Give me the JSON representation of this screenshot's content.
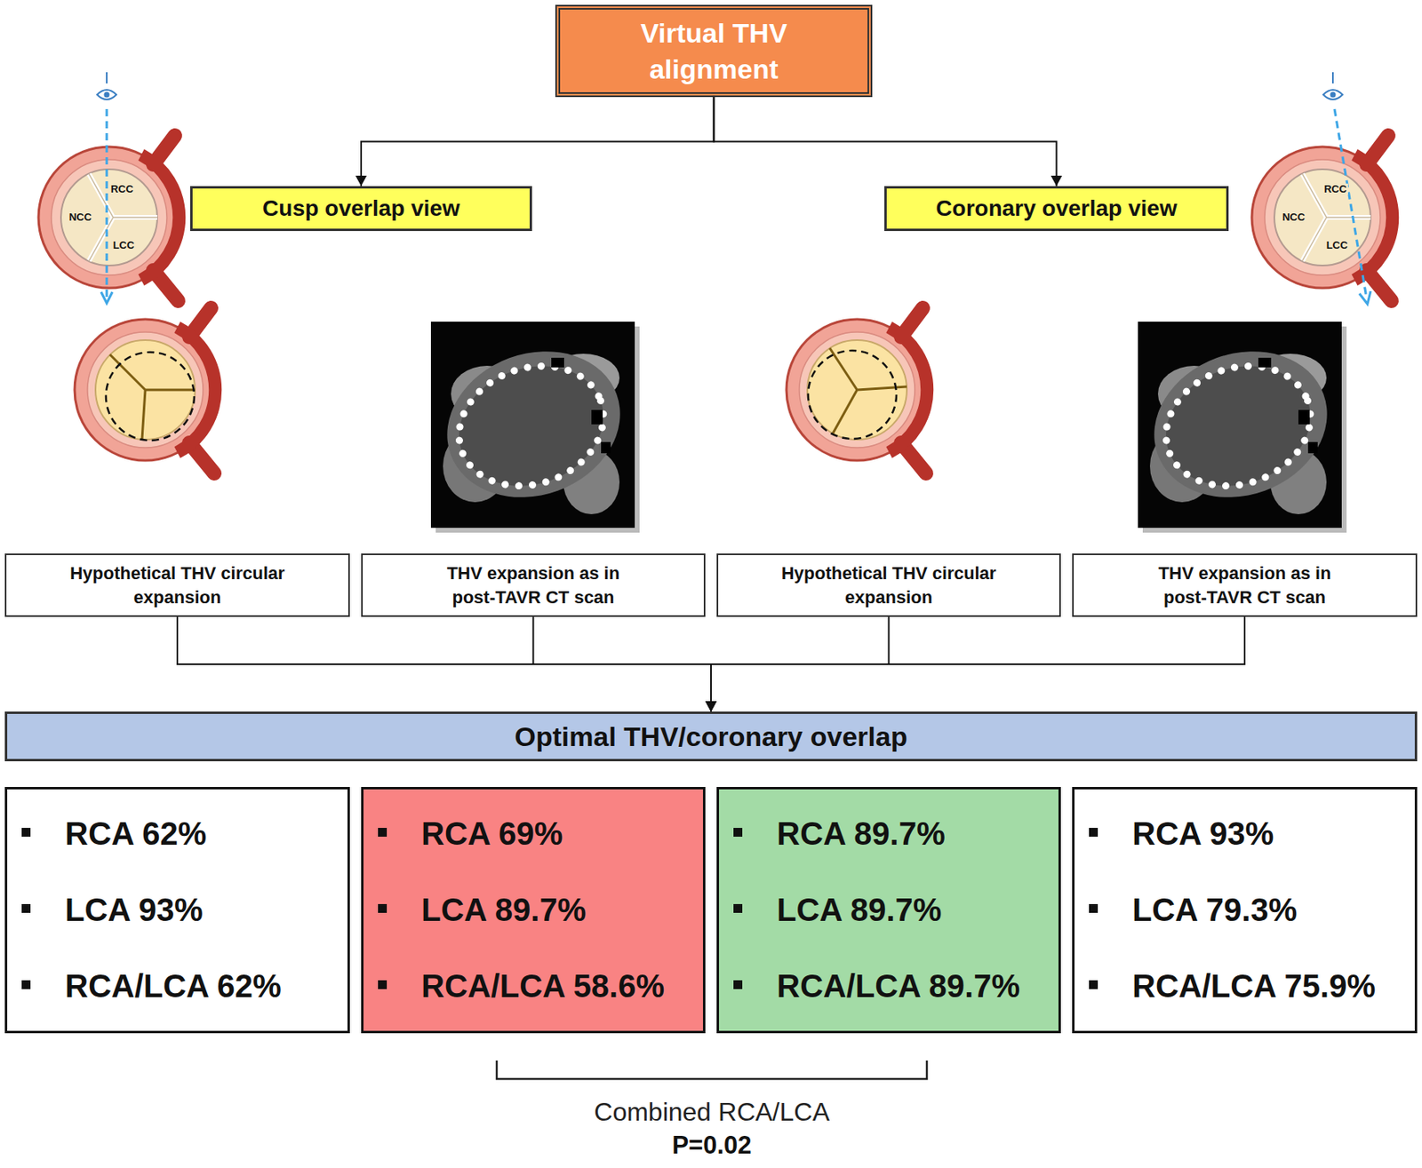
{
  "diagram": {
    "nodes": [
      {
        "text": [
          "Virtual THV alignment"
        ]
      },
      {
        "text": [
          "Cusp overlap view"
        ]
      },
      {
        "text": [
          "Coronary overlap view"
        ]
      },
      {
        "text": [
          "Hypothetical THV circular expansion"
        ]
      },
      {
        "text": [
          "THV expansion as in post-TAVR CT scan"
        ]
      },
      {
        "text": [
          "Hypothetical THV circular expansion"
        ]
      },
      {
        "text": [
          "THV expansion as in post-TAVR CT scan"
        ]
      },
      {
        "text": [
          "Optimal THV/coronary overlap"
        ]
      },
      {
        "text": [
          "RCA 62%",
          "LCA 93%",
          "RCA/LCA 62%"
        ]
      },
      {
        "text": [
          "RCA 69%",
          "LCA 89.7%",
          "RCA/LCA 58.6%"
        ]
      },
      {
        "text": [
          "RCA 89.7%",
          "LCA 89.7%",
          "RCA/LCA 89.7%"
        ]
      },
      {
        "text": [
          "RCA 93%",
          "LCA 79.3%",
          "RCA/LCA 75.9%"
        ]
      }
    ],
    "edges": [
      {
        "from": 0,
        "to": 1,
        "arrow": "to"
      },
      {
        "from": 0,
        "to": 2,
        "arrow": "to"
      },
      {
        "from": 3,
        "to": 7,
        "arrow": "to"
      },
      {
        "from": 4,
        "to": 7,
        "arrow": "to"
      },
      {
        "from": 5,
        "to": 7,
        "arrow": "to"
      },
      {
        "from": 6,
        "to": 7,
        "arrow": "to"
      }
    ],
    "labels": [
      "RCC",
      "NCC",
      "LCC",
      "RCC",
      "NCC",
      "LCC",
      "Combined RCA/LCA",
      "P=0.02"
    ]
  }
}
